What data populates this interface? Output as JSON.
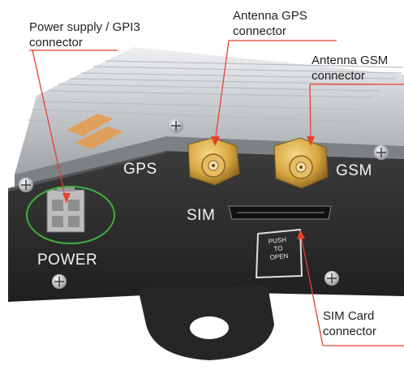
{
  "callouts": {
    "power": [
      "Power supply / GPI3",
      "connector"
    ],
    "gps": [
      "Antenna GPS",
      "connector"
    ],
    "gsm": [
      "Antenna GSM",
      "connector"
    ],
    "sim": [
      "SIM Card",
      "connector"
    ]
  },
  "panel_labels": {
    "gps": "GPS",
    "gsm": "GSM",
    "sim": "SIM",
    "power": "POWER"
  },
  "push_label": [
    "PUSH",
    "TO",
    "OPEN"
  ],
  "colors": {
    "leader_line": "#e8412c",
    "highlight_circle": "#3fae3f",
    "gold": "#d8a640",
    "body_dark": "#2f2f2f",
    "heatsink": "#c9cbcd"
  }
}
